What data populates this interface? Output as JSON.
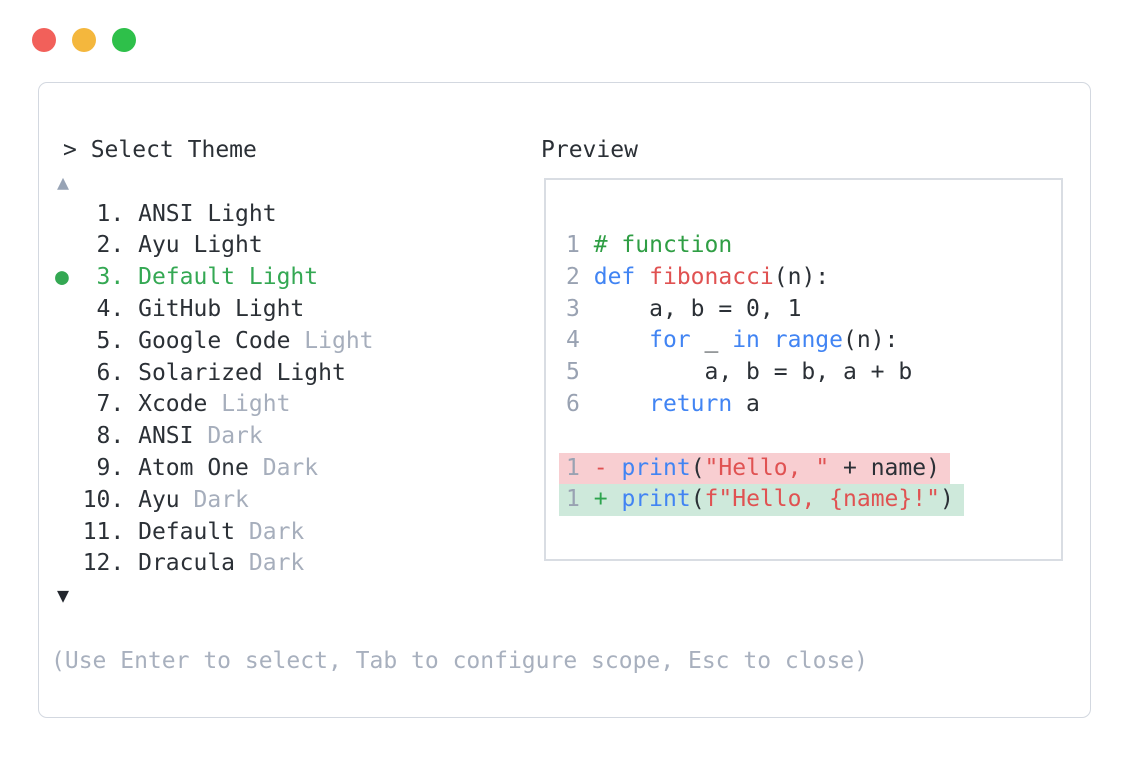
{
  "window": {
    "traffic_lights": [
      {
        "name": "close",
        "color": "#f2605a"
      },
      {
        "name": "minimize",
        "color": "#f4b73d"
      },
      {
        "name": "zoom",
        "color": "#2ec04a"
      }
    ]
  },
  "theme_picker": {
    "prompt": "> Select Theme",
    "scroll_up_icon": "▲",
    "scroll_down_icon": "▼",
    "items": [
      {
        "prefix": "   1. ",
        "name": "ANSI Light",
        "variant": "",
        "selected": false
      },
      {
        "prefix": "   2. ",
        "name": "Ayu Light",
        "variant": "",
        "selected": false
      },
      {
        "prefix": "●  3. ",
        "name": "Default Light",
        "variant": "",
        "selected": true
      },
      {
        "prefix": "   4. ",
        "name": "GitHub Light",
        "variant": "",
        "selected": false
      },
      {
        "prefix": "   5. ",
        "name": "Google Code",
        "variant": "Light",
        "selected": false
      },
      {
        "prefix": "   6. ",
        "name": "Solarized Light",
        "variant": "",
        "selected": false
      },
      {
        "prefix": "   7. ",
        "name": "Xcode",
        "variant": "Light",
        "selected": false
      },
      {
        "prefix": "   8. ",
        "name": "ANSI",
        "variant": "Dark",
        "selected": false
      },
      {
        "prefix": "   9. ",
        "name": "Atom One",
        "variant": "Dark",
        "selected": false
      },
      {
        "prefix": "  10. ",
        "name": "Ayu",
        "variant": "Dark",
        "selected": false
      },
      {
        "prefix": "  11. ",
        "name": "Default",
        "variant": "Dark",
        "selected": false
      },
      {
        "prefix": "  12. ",
        "name": "Dracula",
        "variant": "Dark",
        "selected": false
      }
    ],
    "help": "(Use Enter to select, Tab to configure scope, Esc to close)"
  },
  "preview": {
    "label": "Preview",
    "lines": [
      {
        "n": "1",
        "tokens": [
          {
            "c": "com",
            "t": "# function"
          }
        ]
      },
      {
        "n": "2",
        "tokens": [
          {
            "c": "kw",
            "t": "def"
          },
          {
            "c": "pl",
            "t": " "
          },
          {
            "c": "fn",
            "t": "fibonacci"
          },
          {
            "c": "pl",
            "t": "(n):"
          }
        ]
      },
      {
        "n": "3",
        "tokens": [
          {
            "c": "pl",
            "t": "    a, b = 0, 1"
          }
        ]
      },
      {
        "n": "4",
        "tokens": [
          {
            "c": "pl",
            "t": "    "
          },
          {
            "c": "kw",
            "t": "for"
          },
          {
            "c": "pl",
            "t": " _ "
          },
          {
            "c": "kw",
            "t": "in"
          },
          {
            "c": "pl",
            "t": " "
          },
          {
            "c": "kw",
            "t": "range"
          },
          {
            "c": "pl",
            "t": "(n):"
          }
        ]
      },
      {
        "n": "5",
        "tokens": [
          {
            "c": "pl",
            "t": "        a, b = b, a + b"
          }
        ]
      },
      {
        "n": "6",
        "tokens": [
          {
            "c": "pl",
            "t": "    "
          },
          {
            "c": "kw",
            "t": "return"
          },
          {
            "c": "pl",
            "t": " a"
          }
        ]
      }
    ],
    "diff_lines": [
      {
        "n": "1",
        "sign": "-",
        "type": "removed",
        "tokens": [
          {
            "c": "kw",
            "t": "print"
          },
          {
            "c": "pl",
            "t": "("
          },
          {
            "c": "str",
            "t": "\"Hello, \""
          },
          {
            "c": "pl",
            "t": " + name)"
          }
        ]
      },
      {
        "n": "1",
        "sign": "+",
        "type": "added",
        "tokens": [
          {
            "c": "kw",
            "t": "print"
          },
          {
            "c": "pl",
            "t": "("
          },
          {
            "c": "str",
            "t": "f\"Hello, {name}!\""
          },
          {
            "c": "pl",
            "t": ")"
          }
        ]
      }
    ]
  },
  "colors": {
    "selected_green": "#34a853",
    "keyword_blue": "#4184f3",
    "string_red": "#e05252",
    "comment_green": "#2f9e44",
    "muted_gray": "#a6aebc",
    "line_number_gray": "#99a2b2",
    "diff_removed_bg": "#f8ced1",
    "diff_added_bg": "#cee9db",
    "panel_border": "#d3d8e0"
  }
}
